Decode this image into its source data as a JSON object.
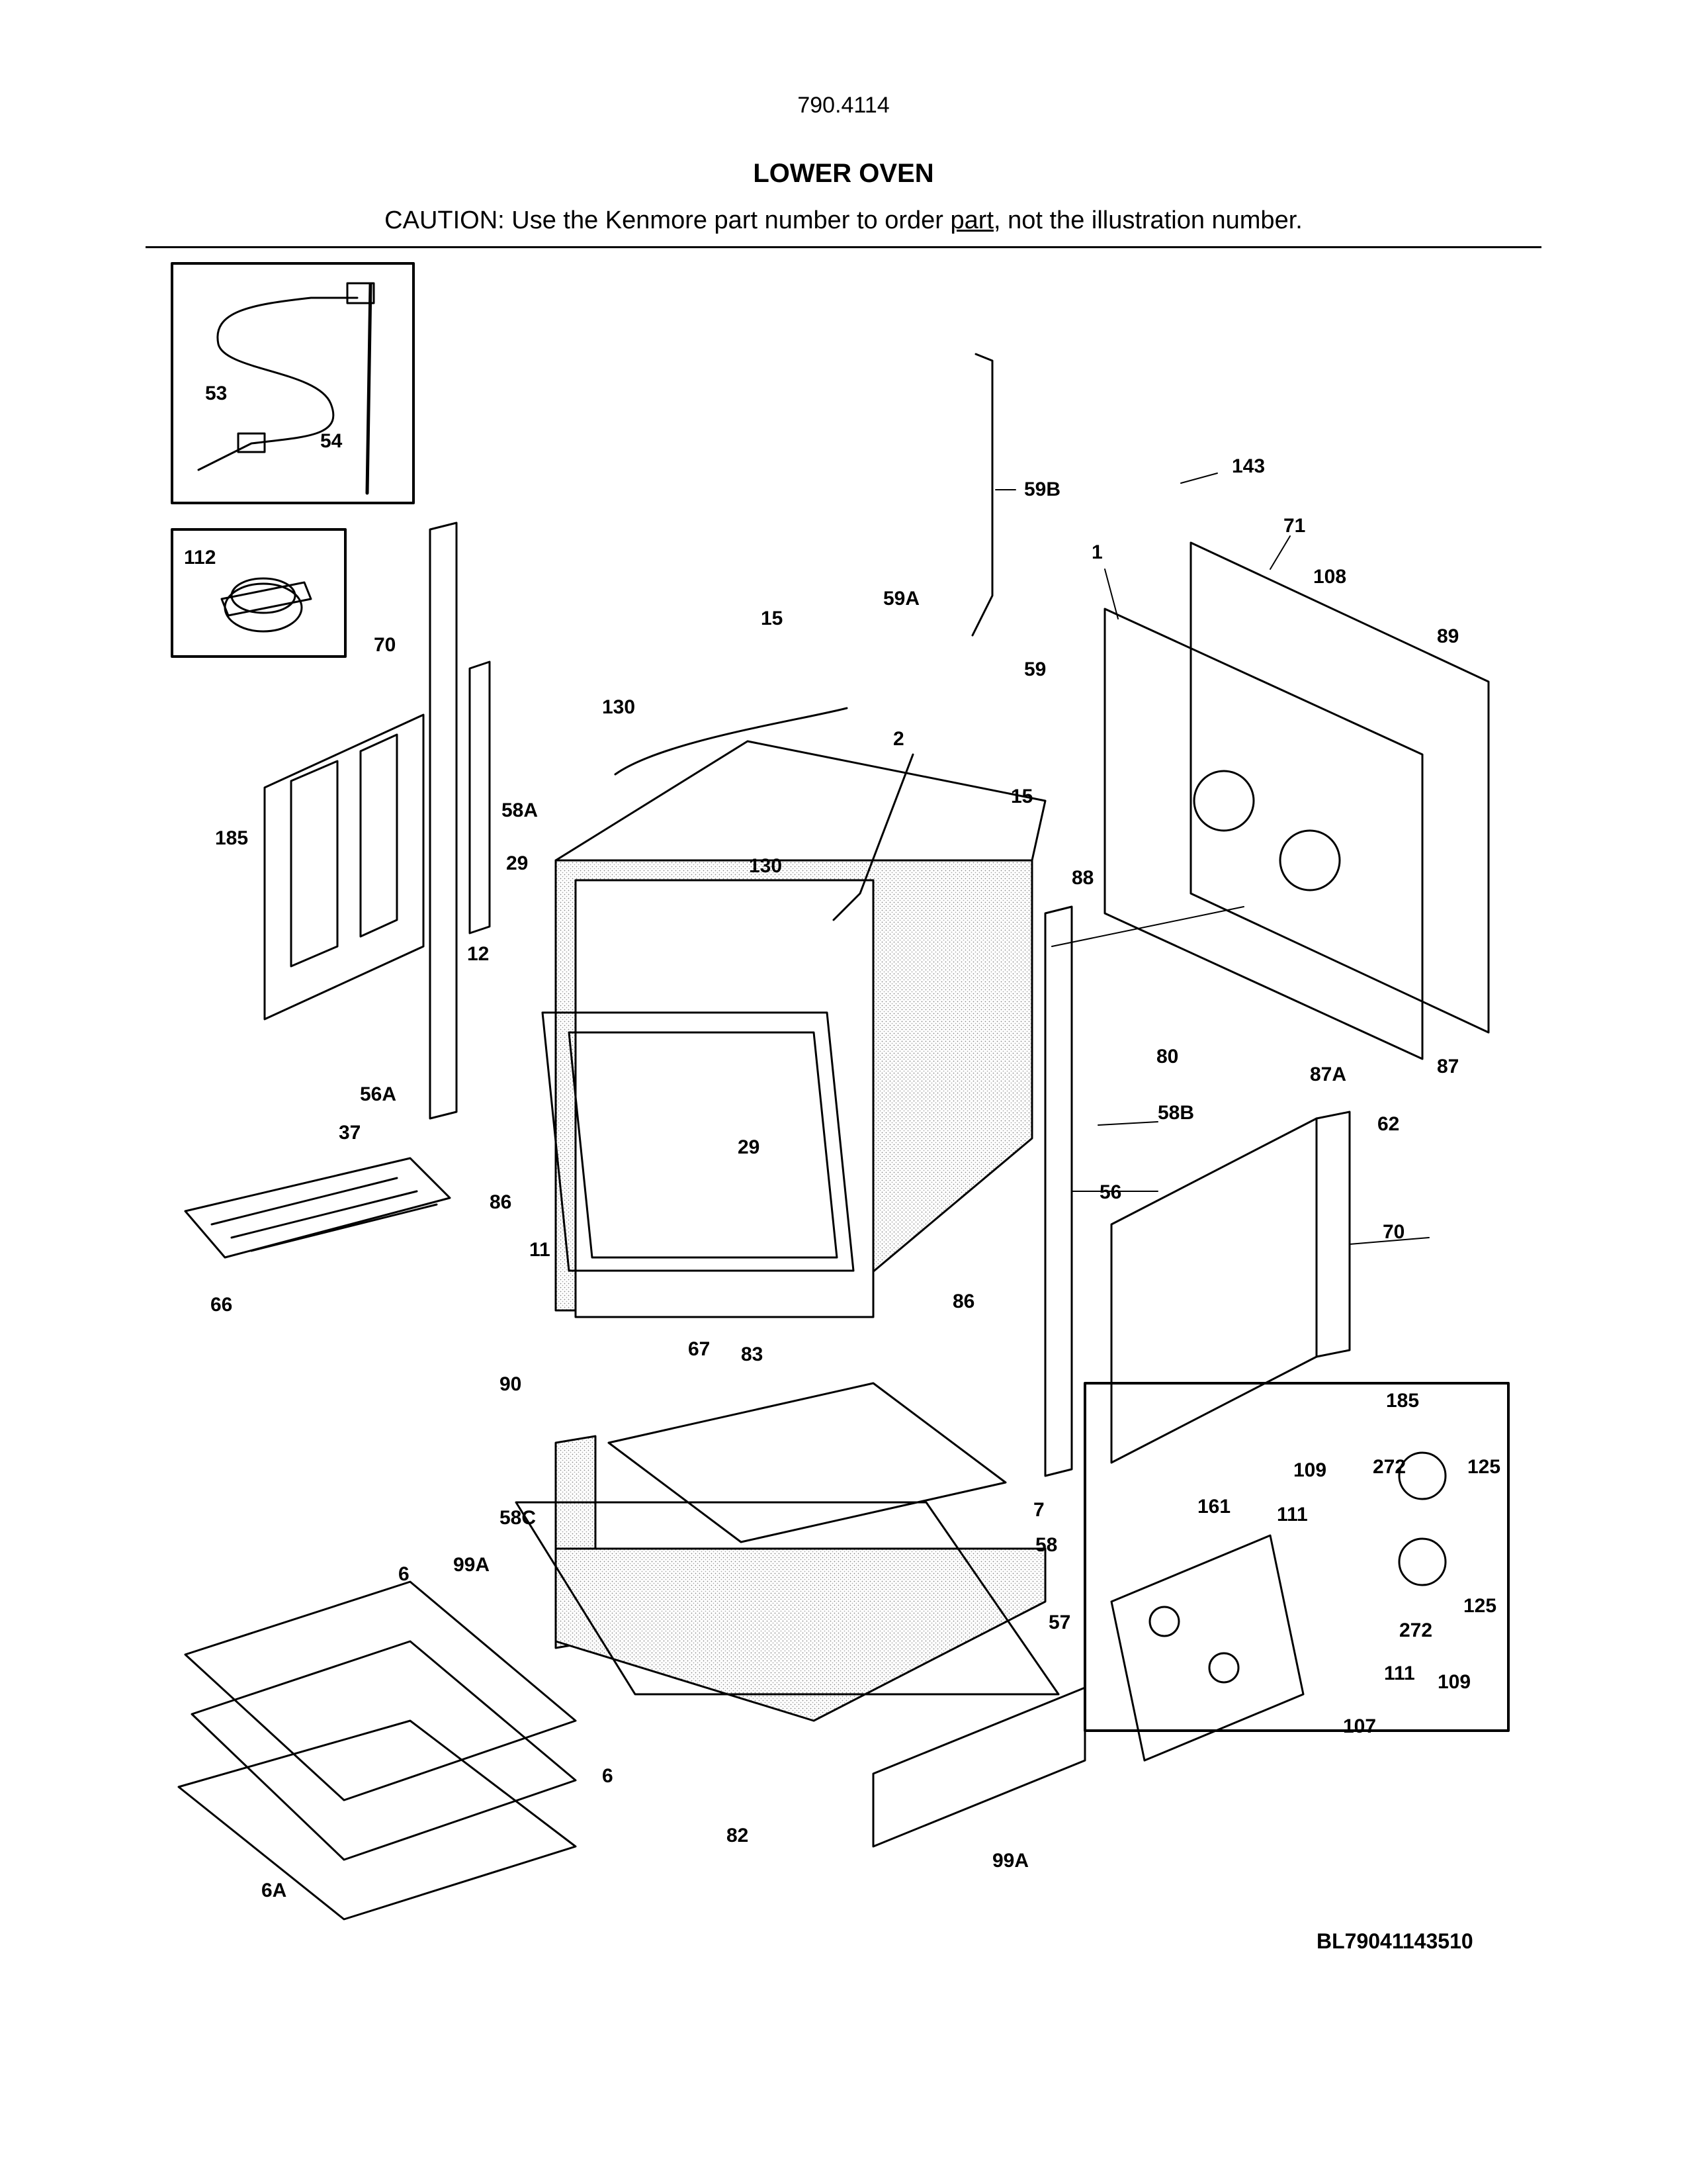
{
  "header": {
    "model_number": "790.4114",
    "title": "LOWER OVEN",
    "caution_prefix": "CAUTION: Use the Kenmore part number to order ",
    "caution_link": "part",
    "caution_suffix": ", not the illustration number."
  },
  "diagram_code": "BL79041143510",
  "callouts": [
    {
      "id": "c53",
      "text": "53"
    },
    {
      "id": "c54",
      "text": "54"
    },
    {
      "id": "c112",
      "text": "112"
    },
    {
      "id": "c70a",
      "text": "70"
    },
    {
      "id": "c185a",
      "text": "185"
    },
    {
      "id": "c59b",
      "text": "59B"
    },
    {
      "id": "c143",
      "text": "143"
    },
    {
      "id": "c71",
      "text": "71"
    },
    {
      "id": "c1",
      "text": "1"
    },
    {
      "id": "c108",
      "text": "108"
    },
    {
      "id": "c89",
      "text": "89"
    },
    {
      "id": "c15a",
      "text": "15"
    },
    {
      "id": "c59a",
      "text": "59A"
    },
    {
      "id": "c59",
      "text": "59"
    },
    {
      "id": "c130a",
      "text": "130"
    },
    {
      "id": "c2",
      "text": "2"
    },
    {
      "id": "c15b",
      "text": "15"
    },
    {
      "id": "c58a",
      "text": "58A"
    },
    {
      "id": "c29a",
      "text": "29"
    },
    {
      "id": "c130b",
      "text": "130"
    },
    {
      "id": "c88",
      "text": "88"
    },
    {
      "id": "c12",
      "text": "12"
    },
    {
      "id": "c80",
      "text": "80"
    },
    {
      "id": "c87a",
      "text": "87A"
    },
    {
      "id": "c87",
      "text": "87"
    },
    {
      "id": "c56a",
      "text": "56A"
    },
    {
      "id": "c37",
      "text": "37"
    },
    {
      "id": "c29b",
      "text": "29"
    },
    {
      "id": "c58b",
      "text": "58B"
    },
    {
      "id": "c62",
      "text": "62"
    },
    {
      "id": "c86a",
      "text": "86"
    },
    {
      "id": "c56",
      "text": "56"
    },
    {
      "id": "c11",
      "text": "11"
    },
    {
      "id": "c66",
      "text": "66"
    },
    {
      "id": "c70b",
      "text": "70"
    },
    {
      "id": "c86b",
      "text": "86"
    },
    {
      "id": "c67",
      "text": "67"
    },
    {
      "id": "c83",
      "text": "83"
    },
    {
      "id": "c90",
      "text": "90"
    },
    {
      "id": "c185b",
      "text": "185"
    },
    {
      "id": "c109a",
      "text": "109"
    },
    {
      "id": "c272a",
      "text": "272"
    },
    {
      "id": "c125a",
      "text": "125"
    },
    {
      "id": "c161",
      "text": "161"
    },
    {
      "id": "c111a",
      "text": "111"
    },
    {
      "id": "c58c",
      "text": "58C"
    },
    {
      "id": "c7",
      "text": "7"
    },
    {
      "id": "c58",
      "text": "58"
    },
    {
      "id": "c99a_a",
      "text": "99A"
    },
    {
      "id": "c6a",
      "text": "6"
    },
    {
      "id": "c125b",
      "text": "125"
    },
    {
      "id": "c272b",
      "text": "272"
    },
    {
      "id": "c57",
      "text": "57"
    },
    {
      "id": "c111b",
      "text": "111"
    },
    {
      "id": "c109b",
      "text": "109"
    },
    {
      "id": "c107",
      "text": "107"
    },
    {
      "id": "c6b",
      "text": "6"
    },
    {
      "id": "c82",
      "text": "82"
    },
    {
      "id": "c99a_b",
      "text": "99A"
    },
    {
      "id": "c6A",
      "text": "6A"
    }
  ]
}
